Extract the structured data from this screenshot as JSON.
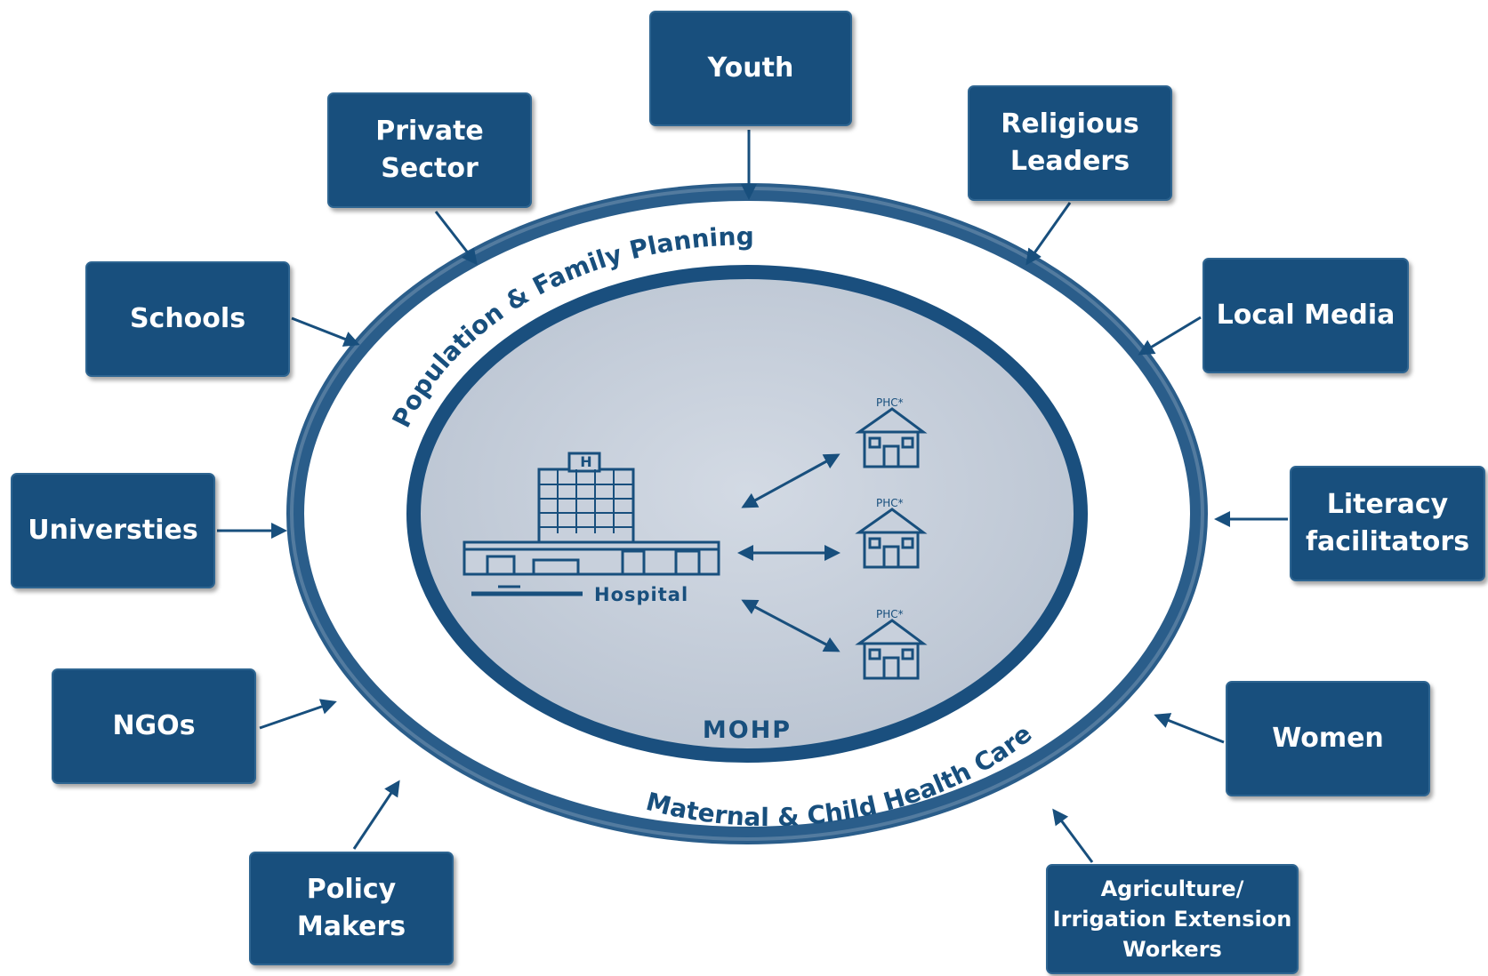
{
  "center": {
    "label": "MOHP",
    "hospital_label": "Hospital",
    "hospital_sign": "H",
    "phc_label": "PHC*",
    "ring_top": "Population & Family Planning",
    "ring_bottom": "Maternal & Child Health Care"
  },
  "stakeholders": {
    "youth": "Youth",
    "religious_leaders": "Religious\nLeaders",
    "local_media": "Local Media",
    "literacy_facilitators": "Literacy\nfacilitators",
    "women": "Women",
    "agriculture": "Agriculture/\nIrrigation Extension\nWorkers",
    "policy_makers": "Policy\nMakers",
    "ngos": "NGOs",
    "universities": "Universties",
    "schools": "Schools",
    "private_sector": "Private\nSector"
  },
  "colors": {
    "navy": "#184f7d",
    "inner_fill": "#c3ccd9",
    "ring": "#1c5283",
    "white": "#ffffff"
  }
}
